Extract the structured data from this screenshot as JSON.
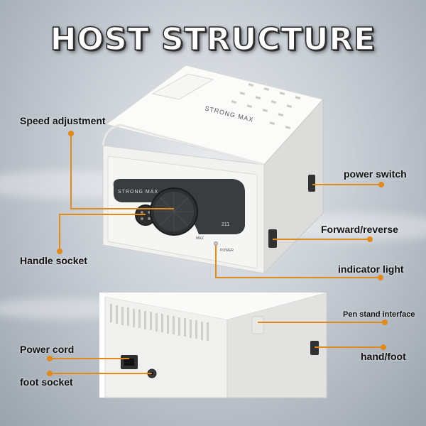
{
  "title": "HOST STRUCTURE",
  "device": {
    "brand_top": "STRONG MAX",
    "brand_front": "STRONG MAX",
    "model": "211",
    "max_mark": "MAX",
    "power_mark": "POWER"
  },
  "labels": {
    "speed_adjustment": "Speed adjustment",
    "power_switch": "power switch",
    "forward_reverse": "Forward/reverse",
    "handle_socket": "Handle socket",
    "indicator_light": "indicator light",
    "pen_stand_interface": "Pen stand interface",
    "power_cord": "Power cord",
    "hand_foot": "hand/foot",
    "foot_socket": "foot socket"
  },
  "colors": {
    "callout": "#e08a1e",
    "body": "#f4f4f2",
    "panel": "#3a3d40"
  }
}
